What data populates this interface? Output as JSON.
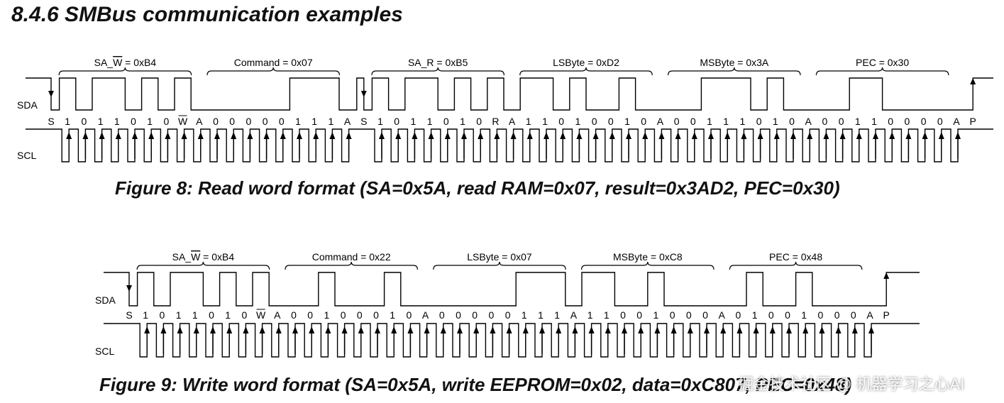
{
  "section_heading": "8.4.6 SMBus communication examples",
  "watermark": "掘金技术社区 @ 机器学习之心AI",
  "figures": [
    {
      "caption": "Figure 8: Read word format (SA=0x5A, read RAM=0x07, result=0x3AD2, PEC=0x30)",
      "sda_label": "SDA",
      "scl_label": "SCL",
      "bits": [
        "S",
        "1",
        "0",
        "1",
        "1",
        "0",
        "1",
        "0",
        "W",
        "A",
        "0",
        "0",
        "0",
        "0",
        "0",
        "1",
        "1",
        "1",
        "A",
        "S",
        "1",
        "0",
        "1",
        "1",
        "0",
        "1",
        "0",
        "R",
        "A",
        "1",
        "1",
        "0",
        "1",
        "0",
        "0",
        "1",
        "0",
        "A",
        "0",
        "0",
        "1",
        "1",
        "1",
        "0",
        "1",
        "0",
        "A",
        "0",
        "0",
        "1",
        "1",
        "0",
        "0",
        "0",
        "0",
        "A",
        "P"
      ],
      "overlined_bits": [
        8
      ],
      "groups": [
        {
          "text": "SA_",
          "over": "W",
          "rest": " = 0xB4"
        },
        {
          "text": "Command = 0x07"
        },
        {
          "text": "SA_R = 0xB5"
        },
        {
          "text": "LSByte = 0xD2"
        },
        {
          "text": "MSByte = 0x3A"
        },
        {
          "text": "PEC = 0x30"
        }
      ]
    },
    {
      "caption": "Figure 9: Write word format (SA=0x5A, write EEPROM=0x02, data=0xC807, PEC=0x48)",
      "sda_label": "SDA",
      "scl_label": "SCL",
      "bits": [
        "S",
        "1",
        "0",
        "1",
        "1",
        "0",
        "1",
        "0",
        "W",
        "A",
        "0",
        "0",
        "1",
        "0",
        "0",
        "0",
        "1",
        "0",
        "A",
        "0",
        "0",
        "0",
        "0",
        "0",
        "1",
        "1",
        "1",
        "A",
        "1",
        "1",
        "0",
        "0",
        "1",
        "0",
        "0",
        "0",
        "A",
        "0",
        "1",
        "0",
        "0",
        "1",
        "0",
        "0",
        "0",
        "A",
        "P"
      ],
      "overlined_bits": [
        8
      ],
      "groups": [
        {
          "text": "SA_",
          "over": "W",
          "rest": " = 0xB4"
        },
        {
          "text": "Command = 0x22"
        },
        {
          "text": "LSByte = 0x07"
        },
        {
          "text": "MSByte = 0xC8"
        },
        {
          "text": "PEC = 0x48"
        }
      ]
    }
  ]
}
